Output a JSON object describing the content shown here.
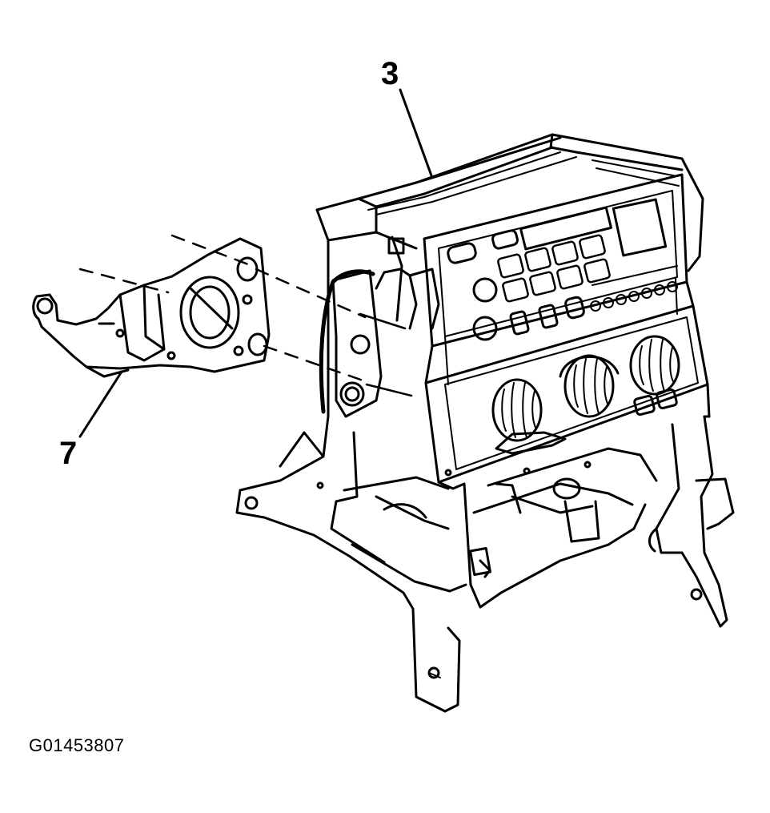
{
  "callouts": {
    "part_3": "3",
    "part_7": "7"
  },
  "figure_id": "G01453807",
  "colors": {
    "line": "#000000",
    "background": "#ffffff"
  }
}
